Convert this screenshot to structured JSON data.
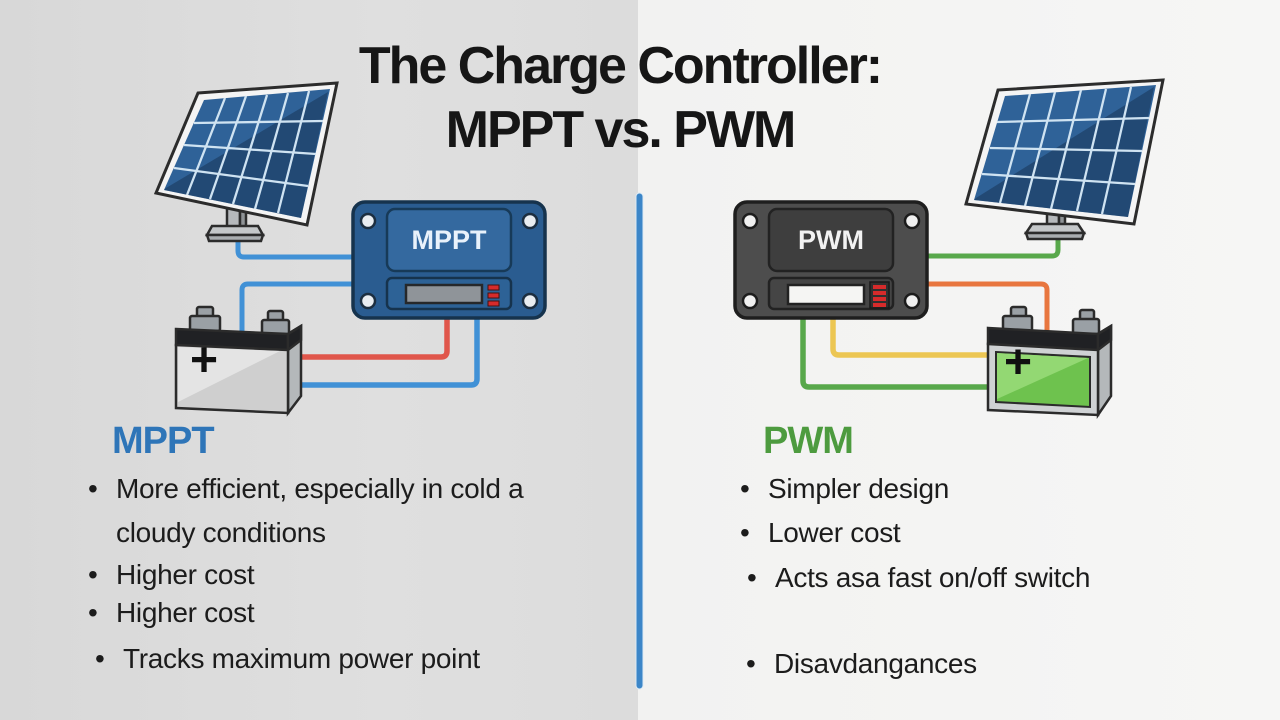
{
  "title": {
    "line1": "The Charge Controller:",
    "line2": "MPPT vs. PWM"
  },
  "ui": {
    "bullet_char": "•",
    "plus_char": "+"
  },
  "left_section": {
    "heading": "MPPT",
    "heading_color": "#2e75b8",
    "controller_label": "MPPT",
    "bullets": [
      "More efficient, especially in cold a cloudy conditions",
      "Higher cost",
      "Higher cost",
      "Tracks maximum power point"
    ]
  },
  "right_section": {
    "heading": "PWM",
    "heading_color": "#4d9b3f",
    "controller_label": "PWM",
    "bullets": [
      "Simpler design",
      "Lower cost",
      "Acts asa fast on/off switch",
      "Disavdangances"
    ]
  },
  "colors": {
    "divider": "#3c86c8",
    "wire_blue": "#4191d6",
    "wire_red": "#e0564b",
    "wire_green": "#58a84b",
    "wire_orange": "#e8763f",
    "wire_yellow": "#ecc653",
    "mppt_body": "#2a5c90",
    "mppt_panel": "#34699f",
    "pwm_body": "#4d4d4d",
    "pwm_panel": "#3e3e3e",
    "panel_cell_blue": "#2f6298",
    "battery_green": "#6ec24e",
    "led_red": "#d62b2b",
    "title_color": "#161616"
  }
}
